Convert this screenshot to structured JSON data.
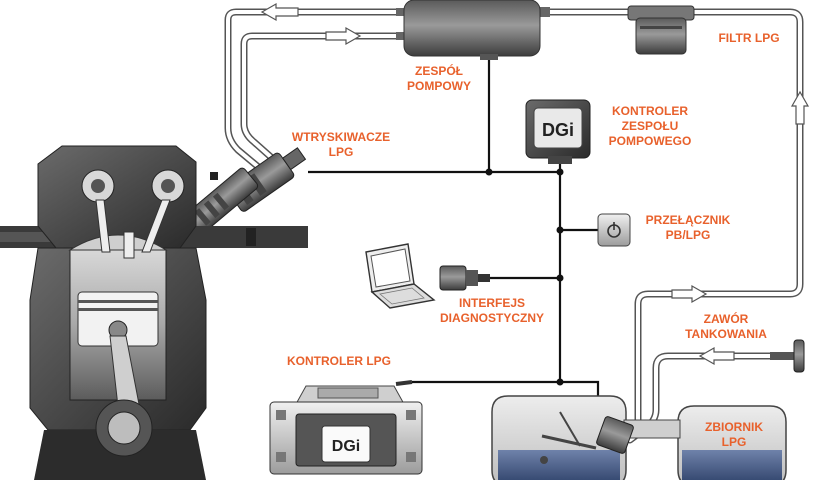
{
  "labels": {
    "zespol_pompowy": [
      "ZESPÓŁ",
      "POMPOWY"
    ],
    "filtr_lpg": [
      "FILTR LPG"
    ],
    "wtryskiwacze": [
      "WTRYSKIWACZE",
      "LPG"
    ],
    "kontroler_zespolu": [
      "KONTROLER",
      "ZESPOŁU",
      "POMPOWEGO"
    ],
    "przelacznik": [
      "PRZEŁĄCZNIK",
      "PB/LPG"
    ],
    "interfejs": [
      "INTERFEJS",
      "DIAGNOSTYCZNY"
    ],
    "zawor": [
      "ZAWÓR",
      "TANKOWANIA"
    ],
    "kontroler_lpg": [
      "KONTROLER LPG"
    ],
    "zbiornik": [
      "ZBIORNIK",
      "LPG"
    ]
  },
  "logos": {
    "controller_pump": "DGi",
    "controller_lpg": "DGi"
  },
  "colors": {
    "label": "#e8612c",
    "wire": "#111111",
    "pipe_stroke": "#555555",
    "pipe_fill": "#ffffff",
    "metal_dark": "#3a3a3a",
    "metal_mid": "#7a7a7a",
    "tank_liquid": "#4a5f8a"
  }
}
